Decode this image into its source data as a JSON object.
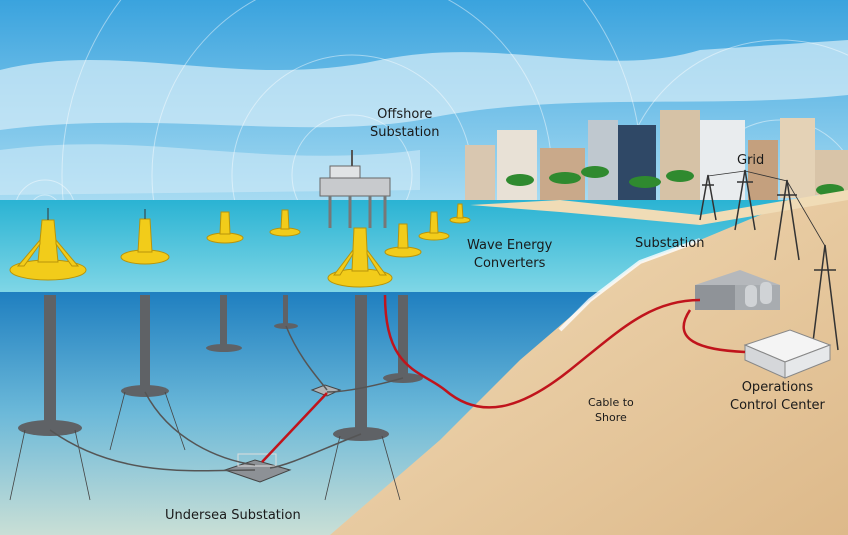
{
  "labels": {
    "offshore_substation": [
      "Offshore",
      "Substation"
    ],
    "grid": "Grid",
    "substation": "Substation",
    "wave_energy_converters": [
      "Wave Energy",
      "Converters"
    ],
    "cable_to_shore": [
      "Cable to",
      "Shore"
    ],
    "operations_control_center": [
      "Operations",
      "Control Center"
    ],
    "undersea_substation": "Undersea Substation"
  },
  "colors": {
    "sky": "#5bb8e6",
    "sea_surface": "#4cc3d9",
    "underwater": "#2f8fc8",
    "sand": "#e8c9a0",
    "buoy": "#f2cc1a",
    "cable": "#c0141c"
  }
}
